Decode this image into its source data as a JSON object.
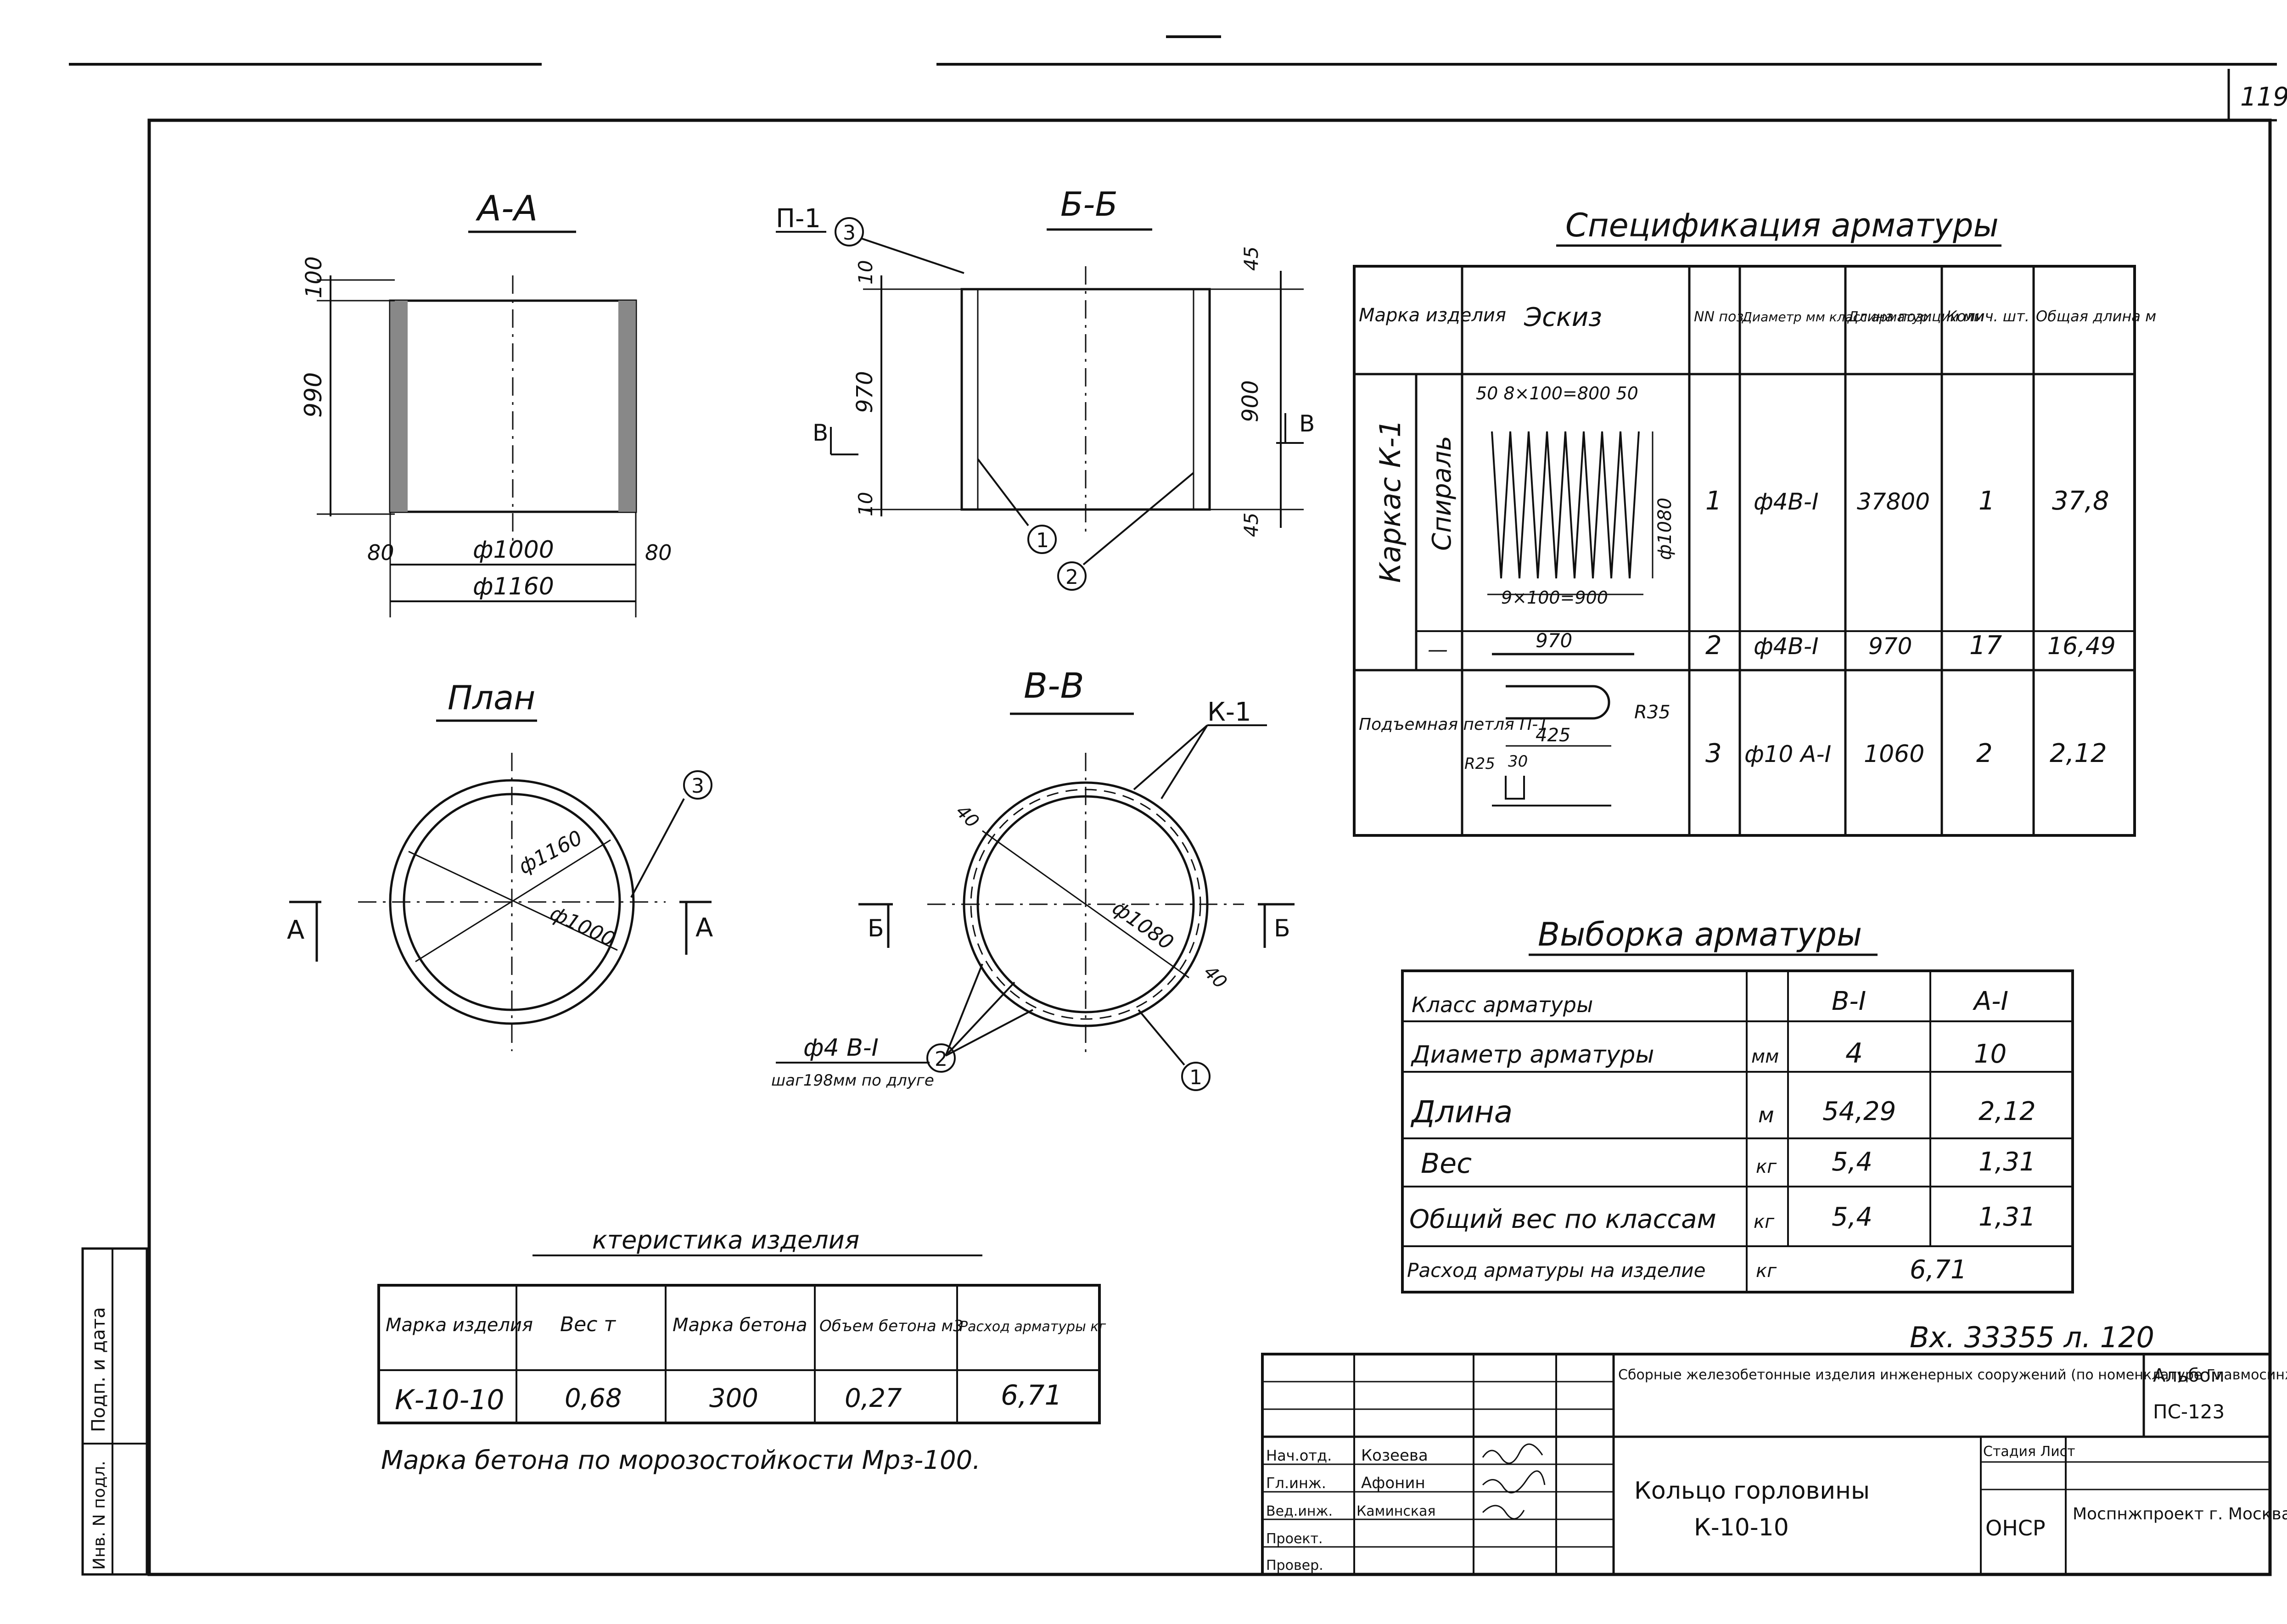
{
  "sheet_number": "119",
  "views": {
    "section_aa": {
      "title": "А-А",
      "dim_top": "100",
      "dim_height": "990",
      "dim_wall_left": "80",
      "dim_wall_right": "80",
      "dim_inner": "ф1000",
      "dim_outer": "ф1160"
    },
    "section_bb": {
      "title": "Б-Б",
      "loop_label": "П-1",
      "dim_top": "10",
      "dim_height": "970",
      "dim_bottom": "10",
      "dim_right_top": "45",
      "dim_right_height": "900",
      "dim_right_bottom": "45",
      "cut_marker": "В",
      "callouts": [
        "1",
        "2",
        "3"
      ]
    },
    "plan": {
      "title": "План",
      "dim_outer": "ф1160",
      "dim_inner": "ф1000",
      "cut_marker": "А",
      "callout": "3"
    },
    "section_vv": {
      "title": "В-В",
      "frame_label": "К-1",
      "dim_diameter": "ф1080",
      "dim_40_top": "40",
      "dim_40_right": "40",
      "cut_marker": "Б",
      "rebar_note": "ф4 В-I",
      "rebar_step": "шаг198мм по длуге",
      "callouts": [
        "1",
        "2"
      ]
    }
  },
  "specification": {
    "title": "Спецификация арматуры",
    "headers": [
      "Марка изделия",
      "Эскиз",
      "NN поз.",
      "Диаметр мм класс арматур.",
      "Длина позиции мм",
      "Колич. шт.",
      "Общая длина м"
    ],
    "group_frame": "Каркас К-1",
    "group_spiral": "Спираль",
    "sketch_spiral_top": "50  8×100=800  50",
    "sketch_spiral_bottom": "9×100=900",
    "sketch_spiral_side": "ф1080",
    "sketch_bar": "970",
    "sketch_loop_r1": "R35",
    "sketch_loop_len": "425",
    "sketch_loop_r2": "R25",
    "sketch_loop_w": "30",
    "rows": [
      {
        "mark": "",
        "pos": "1",
        "diameter": "ф4В-I",
        "length": "37800",
        "qty": "1",
        "total": "37,8"
      },
      {
        "mark": "—",
        "pos": "2",
        "diameter": "ф4В-I",
        "length": "970",
        "qty": "17",
        "total": "16,49"
      },
      {
        "mark": "Подъемная петля П-1",
        "pos": "3",
        "diameter": "ф10 А-I",
        "length": "1060",
        "qty": "2",
        "total": "2,12"
      }
    ]
  },
  "selection": {
    "title": "Выборка арматуры",
    "rows": [
      {
        "label": "Класс арматуры",
        "unit": "",
        "v1": "В-I",
        "v2": "А-I"
      },
      {
        "label": "Диаметр арматуры",
        "unit": "мм",
        "v1": "4",
        "v2": "10"
      },
      {
        "label": "Длина",
        "unit": "м",
        "v1": "54,29",
        "v2": "2,12"
      },
      {
        "label": "Вес",
        "unit": "кг",
        "v1": "5,4",
        "v2": "1,31"
      },
      {
        "label": "Общий вес по классам",
        "unit": "кг",
        "v1": "5,4",
        "v2": "1,31"
      }
    ],
    "total_label": "Расход арматуры на изделие",
    "total_unit": "кг",
    "total_value": "6,71"
  },
  "characteristics": {
    "title": "ктеристика изделия",
    "headers": [
      "Марка изделия",
      "Вес т",
      "Марка бетона",
      "Объем бетона м3",
      "Расход арматуры кг"
    ],
    "row": [
      "К-10-10",
      "0,68",
      "300",
      "0,27",
      "6,71"
    ],
    "note": "Марка бетона по морозостойкости Мрз-100."
  },
  "title_block": {
    "stamp": "Вх. 33355 л. 120",
    "description": "Сборные железобетонные изделия инженерных сооружений (по номенклатуре Главмосинжстроя)",
    "album_label": "Альбом",
    "album_value": "ПС-123",
    "roles": [
      "Нач.отд.",
      "Гл.инж.",
      "Вед.инж.",
      "Проект.",
      "Провер."
    ],
    "names": [
      "Козеева",
      "Афонин",
      "Каминская",
      "",
      ""
    ],
    "product_name": "Кольцо горловины",
    "product_mark": "К-10-10",
    "stage_header": "Стадия Лист",
    "stage": "ОНСР",
    "org": "Моспнжпроект г. Москва"
  },
  "side_stamp": {
    "label1": "Подп. и дата",
    "label2": "Инв. N подл."
  }
}
